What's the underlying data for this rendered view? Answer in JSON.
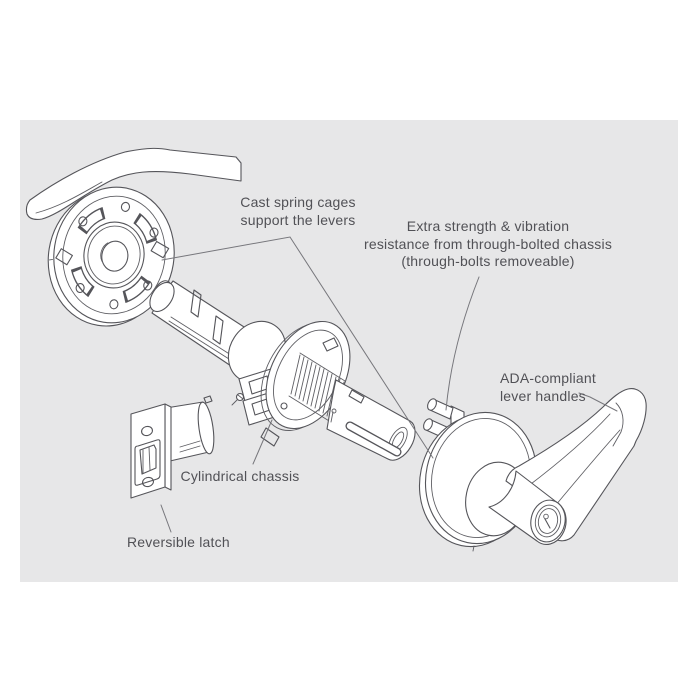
{
  "diagram": {
    "subject": "Exploded view of cylindrical door lever lock",
    "colors": {
      "page_background": "#ffffff",
      "panel_background": "#e7e7e8",
      "line_color": "#55555a",
      "leader_line_color": "#77777c",
      "text_color": "#515156"
    },
    "labels": {
      "spring_cages": {
        "line1": "Cast spring cages",
        "line2": "support the levers"
      },
      "through_bolts": {
        "line1": "Extra strength & vibration",
        "line2": "resistance from through-bolted chassis",
        "line3": "(through-bolts removeable)"
      },
      "ada": {
        "line1": "ADA-compliant",
        "line2": "lever handles"
      },
      "cylindrical_chassis": {
        "text": "Cylindrical chassis"
      },
      "reversible_latch": {
        "text": "Reversible latch"
      }
    }
  }
}
